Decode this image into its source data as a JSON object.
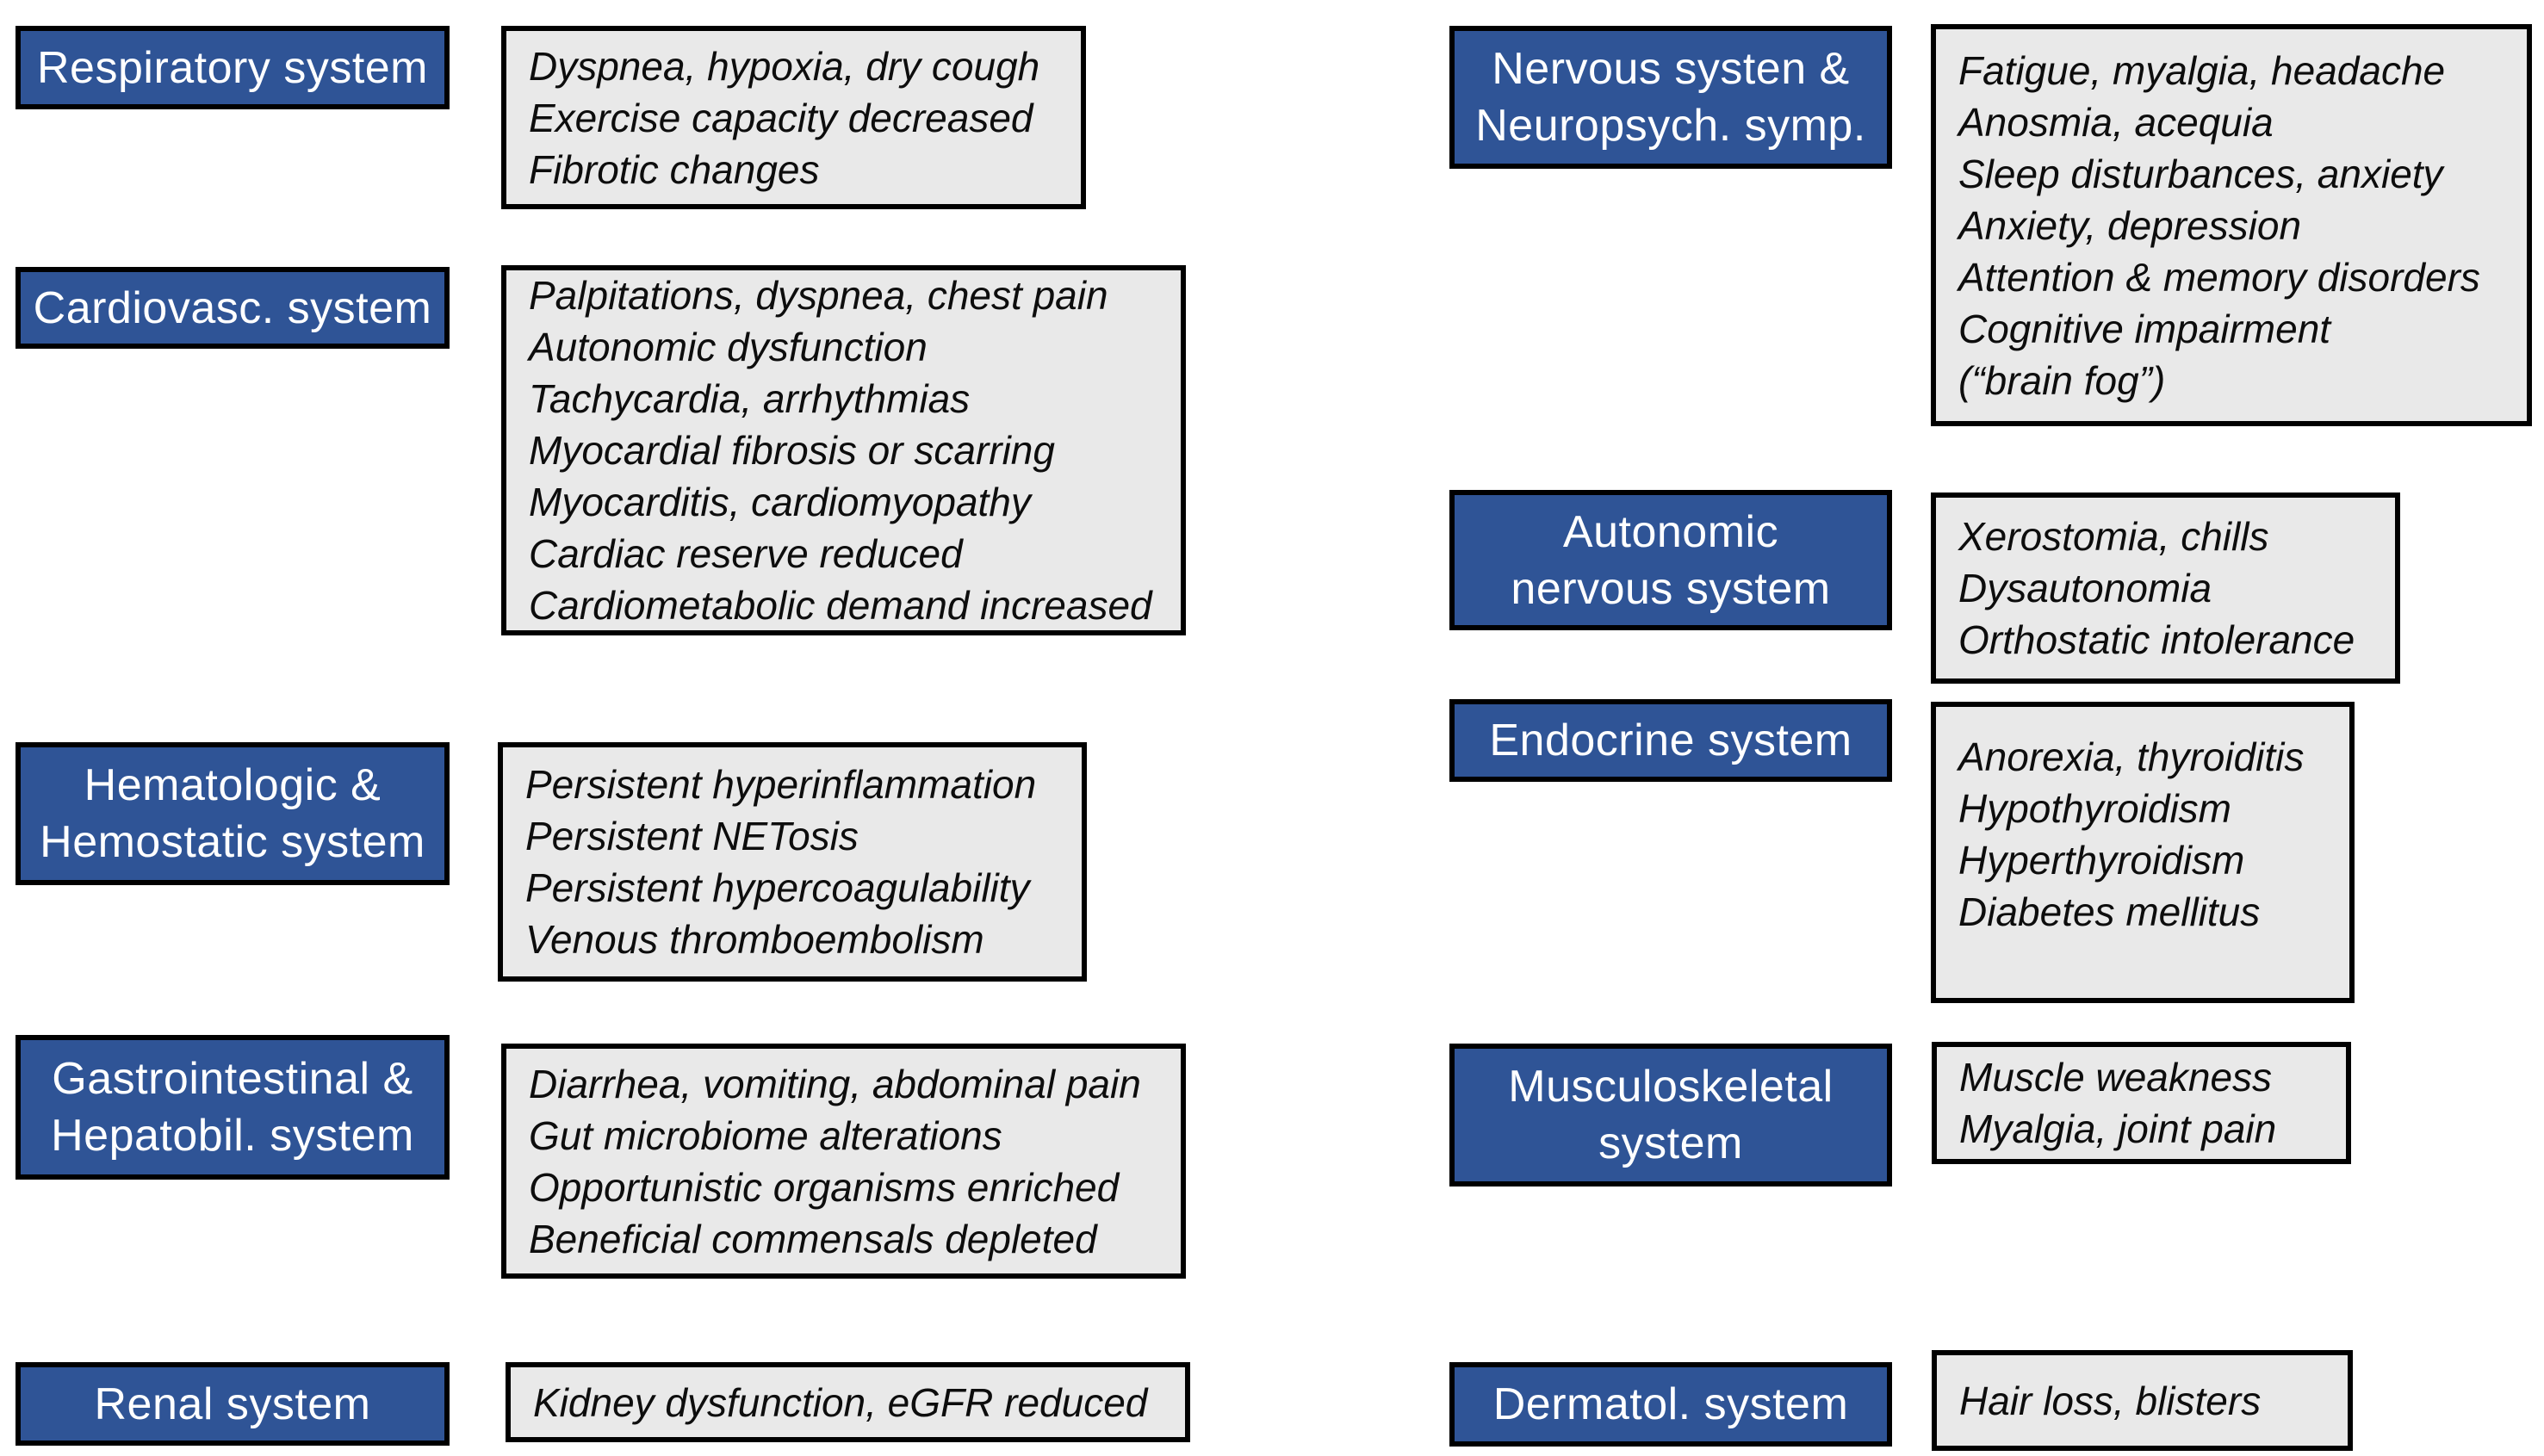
{
  "diagram": {
    "description": "Organ systems and associated symptoms diagram",
    "colors": {
      "label_background": "#2F5496",
      "label_text": "#FFFFFF",
      "symptom_background": "#E9E9E9",
      "symptom_text": "#0D0D0D",
      "border": "#000000",
      "page_background": "#FFFFFF"
    },
    "left_column": {
      "rows": [
        {
          "id": "respiratory",
          "label_lines": [
            "Respiratory system"
          ],
          "symptoms": [
            "Dyspnea, hypoxia, dry cough",
            "Exercise capacity decreased",
            "Fibrotic changes"
          ]
        },
        {
          "id": "cardiovascular",
          "label_lines": [
            "Cardiovasc. system"
          ],
          "symptoms": [
            "Palpitations, dyspnea, chest pain",
            "Autonomic dysfunction",
            "Tachycardia, arrhythmias",
            "Myocardial fibrosis or scarring",
            "Myocarditis, cardiomyopathy",
            "Cardiac reserve reduced",
            "Cardiometabolic demand increased"
          ]
        },
        {
          "id": "hematologic",
          "label_lines": [
            "Hematologic &",
            "Hemostatic system"
          ],
          "symptoms": [
            "Persistent hyperinflammation",
            "Persistent NETosis",
            "Persistent hypercoagulability",
            "Venous thromboembolism"
          ]
        },
        {
          "id": "gastrointestinal",
          "label_lines": [
            "Gastrointestinal &",
            "Hepatobil. system"
          ],
          "symptoms": [
            "Diarrhea, vomiting, abdominal pain",
            "Gut microbiome alterations",
            "Opportunistic organisms enriched",
            "Beneficial commensals depleted"
          ]
        },
        {
          "id": "renal",
          "label_lines": [
            "Renal system"
          ],
          "symptoms": [
            "Kidney dysfunction, eGFR reduced"
          ]
        }
      ]
    },
    "right_column": {
      "rows": [
        {
          "id": "nervous",
          "label_lines": [
            "Nervous systen &",
            "Neuropsych. symp."
          ],
          "symptoms": [
            "Fatigue, myalgia, headache",
            "Anosmia, acequia",
            "Sleep disturbances, anxiety",
            "Anxiety, depression",
            "Attention & memory disorders",
            "Cognitive impairment",
            "(“brain fog”)"
          ]
        },
        {
          "id": "autonomic",
          "label_lines": [
            "Autonomic",
            "nervous system"
          ],
          "symptoms": [
            "Xerostomia, chills",
            "Dysautonomia",
            "Orthostatic intolerance"
          ]
        },
        {
          "id": "endocrine",
          "label_lines": [
            "Endocrine system"
          ],
          "symptoms": [
            "Anorexia, thyroiditis",
            "Hypothyroidism",
            "Hyperthyroidism",
            "Diabetes mellitus"
          ]
        },
        {
          "id": "musculoskeletal",
          "label_lines": [
            "Musculoskeletal",
            "system"
          ],
          "symptoms": [
            "Muscle weakness",
            "Myalgia, joint pain"
          ]
        },
        {
          "id": "dermatologic",
          "label_lines": [
            "Dermatol. system"
          ],
          "symptoms": [
            "Hair loss, blisters"
          ]
        }
      ]
    }
  }
}
